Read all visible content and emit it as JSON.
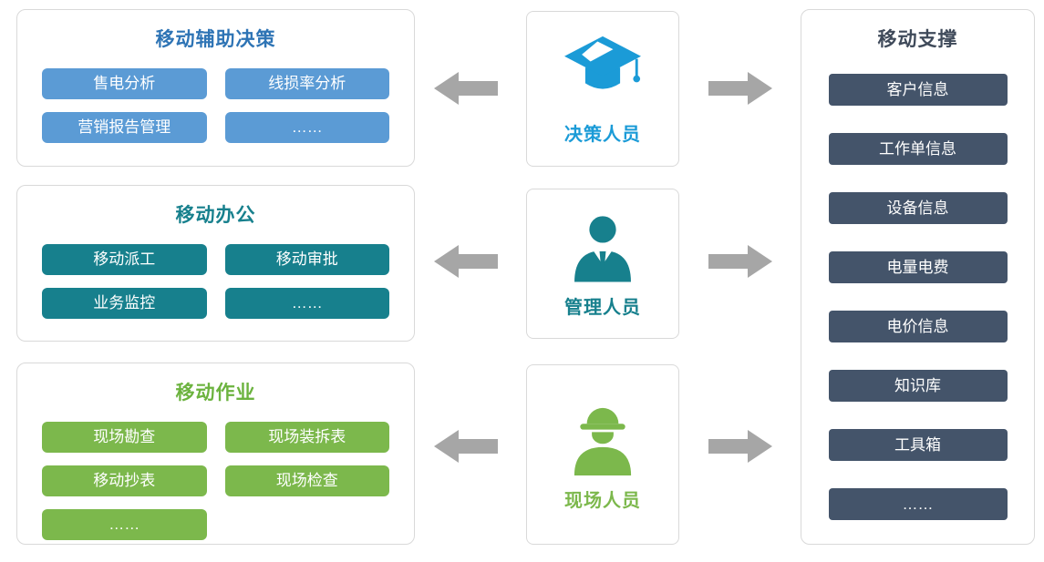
{
  "left_cards": [
    {
      "title": "移动辅助决策",
      "title_color": "#2e74b5",
      "button_color": "#5b9bd5",
      "items": [
        "售电分析",
        "线损率分析",
        "营销报告管理",
        "……"
      ]
    },
    {
      "title": "移动办公",
      "title_color": "#17808d",
      "button_color": "#17808d",
      "items": [
        "移动派工",
        "移动审批",
        "业务监控",
        "……"
      ]
    },
    {
      "title": "移动作业",
      "title_color": "#6cb33f",
      "button_color": "#7cb84c",
      "items": [
        "现场勘查",
        "现场装拆表",
        "移动抄表",
        "现场检查",
        "……"
      ]
    }
  ],
  "roles": [
    {
      "label": "决策人员",
      "color": "#1b9bd7",
      "icon": "graduation-cap-icon"
    },
    {
      "label": "管理人员",
      "color": "#17808d",
      "icon": "manager-person-icon"
    },
    {
      "label": "现场人员",
      "color": "#7cb84c",
      "icon": "field-worker-icon"
    }
  ],
  "right_card": {
    "title": "移动支撑",
    "title_color": "#3f4a5a",
    "button_color": "#44546a",
    "items": [
      "客户信息",
      "工作单信息",
      "设备信息",
      "电量电费",
      "电价信息",
      "知识库",
      "工具箱",
      "……"
    ]
  },
  "colors": {
    "arrow": "#a6a6a6",
    "card_border": "#d9d9d9",
    "chip_text": "#ffffff"
  }
}
